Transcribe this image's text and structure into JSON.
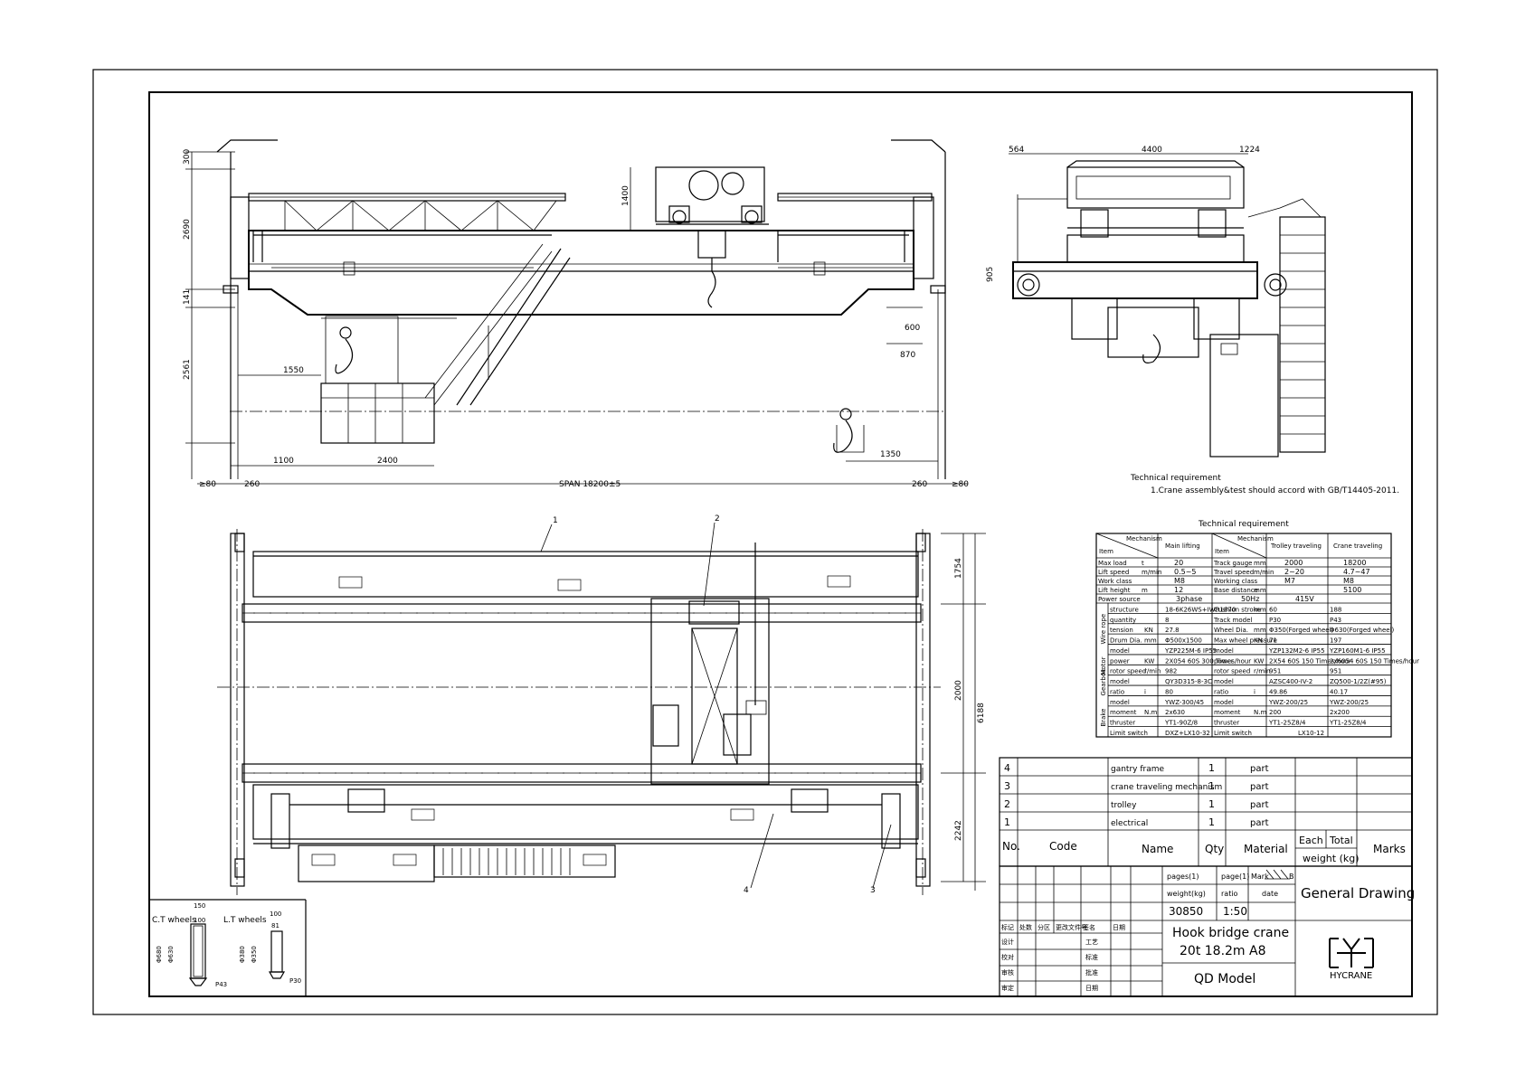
{
  "dimensions": {
    "top_300": "300",
    "top_2690": "2690",
    "top_141": "141",
    "top_2561": "2561",
    "top_1400": "1400",
    "top_600": "600",
    "top_870": "870",
    "top_1550": "1550",
    "top_1350": "1350",
    "top_1100": "1100",
    "top_2400": "2400",
    "top_80_left": "≥80",
    "top_260_left": "260",
    "span": "SPAN 18200±5",
    "top_260_right": "260",
    "top_80_right": "≥80",
    "side_564": "564",
    "side_4400": "4400",
    "side_1224": "1224",
    "side_905": "905",
    "plan_1754": "1754",
    "plan_2000": "2000",
    "plan_6188": "6188",
    "plan_2242": "2242"
  },
  "callouts": [
    "1",
    "2",
    "3",
    "4"
  ],
  "note": {
    "title": "Technical requirement",
    "line1": "1.Crane assembly&test should accord with GB/T14405-2011."
  },
  "tech_table": {
    "title": "Technical requirement",
    "hdr_mechanism_left": "Mechanism",
    "hdr_item_left": "Item",
    "hdr_main_lifting": "Main lifting",
    "hdr_mechanism_right": "Mechanism",
    "hdr_item_right": "Item",
    "hdr_trolley": "Trolley traveling",
    "hdr_crane": "Crane traveling",
    "rows_left": [
      {
        "label": "Max load",
        "unit": "t",
        "value": "20"
      },
      {
        "label": "Lift speed",
        "unit": "m/min",
        "value": "0.5~5"
      },
      {
        "label": "Work class",
        "unit": "",
        "value": "M8"
      },
      {
        "label": "Lift height",
        "unit": "m",
        "value": "12"
      }
    ],
    "rows_right": [
      {
        "label": "Track gauge",
        "unit": "mm",
        "trolley": "2000",
        "crane": "18200"
      },
      {
        "label": "Travel speed",
        "unit": "m/min",
        "trolley": "2~20",
        "crane": "4.7~47"
      },
      {
        "label": "Working class",
        "unit": "",
        "trolley": "M7",
        "crane": "M8"
      },
      {
        "label": "Base distance",
        "unit": "mm",
        "trolley": "",
        "crane": "5100"
      }
    ],
    "power_source": {
      "label": "Power source",
      "phase": "3phase",
      "freq": "50Hz",
      "volt": "415V"
    },
    "group_wirerope": "Wire rope",
    "group_motor": "Motor",
    "group_gearbox": "Gearbox",
    "group_brake": "Brake",
    "detail_left": [
      {
        "label": "structure",
        "unit": "",
        "value": "18-6K26WS+IWR1870"
      },
      {
        "label": "quantity",
        "unit": "",
        "value": "8"
      },
      {
        "label": "tension",
        "unit": "KN",
        "value": "27.8"
      },
      {
        "label": "Drum Dia.",
        "unit": "mm",
        "value": "Φ500x1500"
      },
      {
        "label": "model",
        "unit": "",
        "value": "YZP225M-6 IP55"
      },
      {
        "label": "power",
        "unit": "KW",
        "value": "2X054 60S 300 Times/hour"
      },
      {
        "label": "rotor speed",
        "unit": "r/min",
        "value": "982"
      },
      {
        "label": "model",
        "unit": "",
        "value": "QY3D315-8-3C"
      },
      {
        "label": "ratio",
        "unit": "i",
        "value": "80"
      },
      {
        "label": "model",
        "unit": "",
        "value": "YWZ-300/45"
      },
      {
        "label": "moment",
        "unit": "N.m",
        "value": "2x630"
      },
      {
        "label": "thruster",
        "unit": "",
        "value": "YT1-90Z/8"
      },
      {
        "label": "Limit switch",
        "unit": "",
        "value": "DXZ+LX10-32"
      }
    ],
    "detail_right": [
      {
        "label": "Cushion stroke",
        "unit": "mm",
        "trolley": "60",
        "crane": "188"
      },
      {
        "label": "Track model",
        "unit": "",
        "trolley": "P30",
        "crane": "P43"
      },
      {
        "label": "Wheel Dia.",
        "unit": "mm",
        "trolley": "Φ350(Forged wheel)",
        "crane": "Φ630(Forged wheel)"
      },
      {
        "label": "Max wheel pressure",
        "unit": "KN",
        "trolley": "71",
        "crane": "197"
      },
      {
        "label": "model",
        "unit": "",
        "trolley": "YZP132M2-6 IP55",
        "crane": "YZP160M1-6 IP55"
      },
      {
        "label": "power",
        "unit": "KW",
        "trolley": "2X54 60S 150 Times/hour",
        "crane": "2x6054 60S 150 Times/hour"
      },
      {
        "label": "rotor speed",
        "unit": "r/min",
        "trolley": "951",
        "crane": "951"
      },
      {
        "label": "model",
        "unit": "",
        "trolley": "AZSC400-IV-2",
        "crane": "ZQ500-1/2Z(#95)"
      },
      {
        "label": "ratio",
        "unit": "i",
        "trolley": "49.86",
        "crane": "40.17"
      },
      {
        "label": "model",
        "unit": "",
        "trolley": "YWZ-200/25",
        "crane": "YWZ-200/25"
      },
      {
        "label": "moment",
        "unit": "N.m",
        "trolley": "200",
        "crane": "2x200"
      },
      {
        "label": "thruster",
        "unit": "",
        "trolley": "YT1-25Z8/4",
        "crane": "YT1-25Z8/4"
      },
      {
        "label": "Limit switch",
        "unit": "",
        "value": "LX10-12"
      }
    ]
  },
  "parts_list": {
    "rows": [
      {
        "no": "4",
        "name": "gantry frame",
        "qty": "1",
        "material": "part"
      },
      {
        "no": "3",
        "name": "crane traveling mechanism",
        "qty": "1",
        "material": "part"
      },
      {
        "no": "2",
        "name": "trolley",
        "qty": "1",
        "material": "part"
      },
      {
        "no": "1",
        "name": "electrical",
        "qty": "1",
        "material": "part"
      }
    ],
    "hdr_no": "No.",
    "hdr_code": "Code",
    "hdr_name": "Name",
    "hdr_qty": "Qty",
    "hdr_material": "Material",
    "hdr_each": "Each",
    "hdr_total": "Total",
    "hdr_weight": "weight (kg)",
    "hdr_marks": "Marks"
  },
  "title_block": {
    "pages_label": "pages(1)",
    "page_label": "page(1)",
    "mark_label": "Mark",
    "mark_b": "B",
    "weight_label": "weight(kg)",
    "ratio_label": "ratio",
    "date_label": "date",
    "weight_value": "30850",
    "ratio_value": "1:50",
    "drawing_title": "General Drawing",
    "product_line1": "Hook bridge crane",
    "product_line2": "20t 18.2m A8",
    "model": "QD Model",
    "brand": "HYCRANE",
    "cn_header": [
      "标记",
      "处数",
      "分区",
      "更改文件号",
      "签名",
      "日期"
    ],
    "cn_rows": [
      [
        "设计",
        "",
        "工艺"
      ],
      [
        "校对",
        "",
        "标准"
      ],
      [
        "审核",
        "",
        "批准"
      ],
      [
        "审定",
        "",
        "日期"
      ]
    ]
  },
  "wheels": {
    "ct_label": "C.T wheels",
    "ct_150": "150",
    "ct_100": "100",
    "ct_680": "Φ680",
    "ct_630": "Φ630",
    "ct_rail": "P43",
    "lt_label": "L.T wheels",
    "lt_100": "100",
    "lt_81": "81",
    "lt_380": "Φ380",
    "lt_350": "Φ350",
    "lt_rail": "P30"
  }
}
